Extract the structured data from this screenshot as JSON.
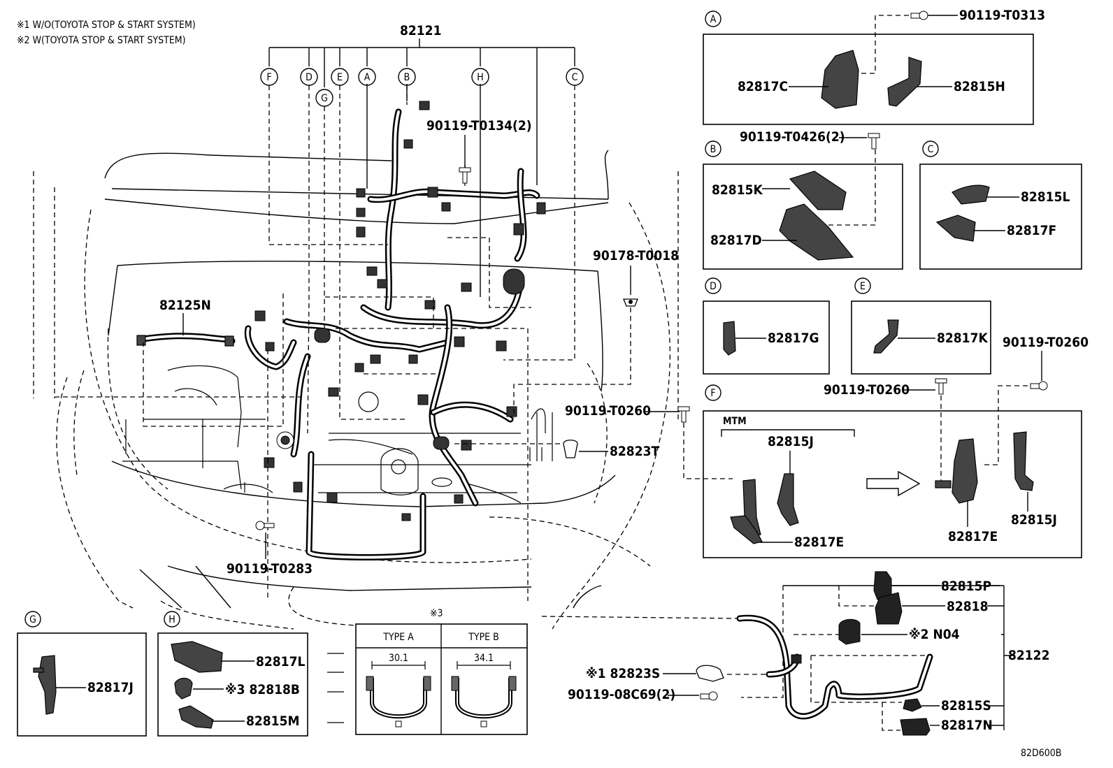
{
  "notes": [
    "※1 W/O(TOYOTA STOP & START SYSTEM)",
    "※2 W(TOYOTA STOP & START SYSTEM)"
  ],
  "main_harness": {
    "part": "82121",
    "callouts": [
      "F",
      "D",
      "G",
      "E",
      "A",
      "B",
      "H",
      "C"
    ]
  },
  "engine_parts": {
    "bolt_top": "90119-T0134(2)",
    "cable": "82125N",
    "clip_right": "90178-T0018",
    "bolt_mid": "90119-T0260",
    "clip_bottom": "82823T",
    "bolt_bottom": "90119-T0283"
  },
  "detail_A": {
    "letter": "A",
    "bolt": "90119-T0313",
    "left": "82817C",
    "right": "82815H"
  },
  "detail_B": {
    "letter": "B",
    "bolt": "90119-T0426(2)",
    "top": "82815K",
    "bottom": "82817D"
  },
  "detail_C": {
    "letter": "C",
    "top": "82815L",
    "bottom": "82817F"
  },
  "detail_D": {
    "letter": "D",
    "part": "82817G"
  },
  "detail_E": {
    "letter": "E",
    "part": "82817K"
  },
  "detail_F": {
    "letter": "F",
    "bolt_left": "90119-T0260",
    "bolt_right": "90119-T0260",
    "mtm": "MTM",
    "left_top": "82815J",
    "left_bottom": "82817E",
    "right_bottom": "82817E",
    "right_part": "82815J"
  },
  "detail_G": {
    "letter": "G",
    "part": "82817J"
  },
  "detail_H": {
    "letter": "H",
    "top": "82817L",
    "mid": "※3 82818B",
    "bottom": "82815M"
  },
  "type_table": {
    "marker": "※3",
    "type_a": "TYPE A",
    "type_b": "TYPE B",
    "dim_a": "30.1",
    "dim_b": "34.1"
  },
  "sub_harness": {
    "part": "82122",
    "p1": "82815P",
    "p2": "82818",
    "p3": "※2 N04",
    "p4": "※1 82823S",
    "p5": "90119-08C69(2)",
    "p6": "82815S",
    "p7": "82817N"
  },
  "diagram_code": "82D600B"
}
